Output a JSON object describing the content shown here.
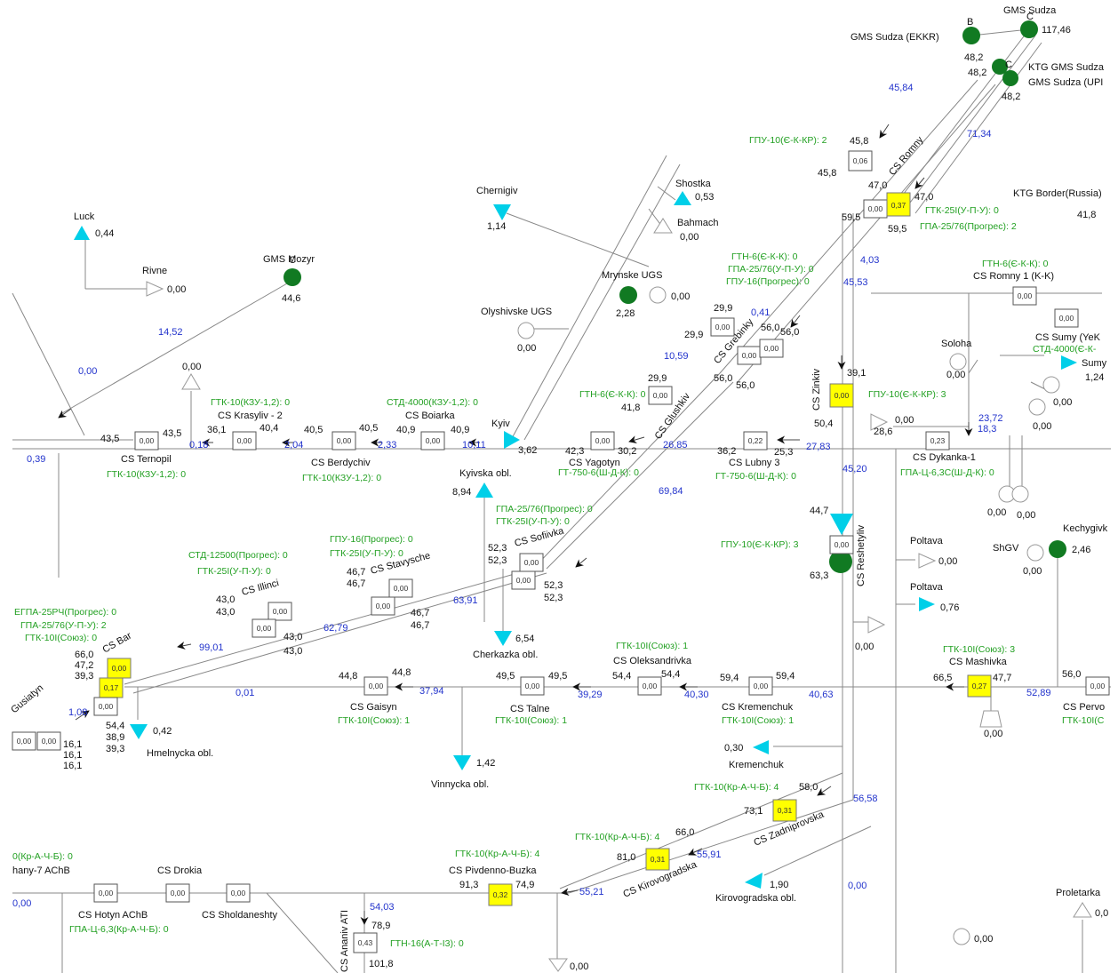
{
  "stations": [
    {
      "id": "ternopil",
      "name": "CS Ternopil",
      "box": "0,00",
      "in": "43,5",
      "out": "43,5",
      "mode": "ГТК-10(КЗУ-1,2): 0"
    },
    {
      "id": "krasyliv",
      "name": "CS Krasyliv - 2",
      "box": "0,00",
      "in": "36,1",
      "out": "40,4",
      "mode": "ГТК-10(КЗУ-1,2): 0"
    },
    {
      "id": "berdychiv",
      "name": "CS Berdychiv",
      "box": "0,00",
      "in": "40,5",
      "out": "40,5",
      "mode": "ГТК-10(КЗУ-1,2): 0"
    },
    {
      "id": "boiarka",
      "name": "CS Boiarka",
      "box": "0,00",
      "in": "40,9",
      "out": "40,9",
      "mode": "СТД-4000(КЗУ-1,2): 0"
    },
    {
      "id": "yagotyn",
      "name": "CS Yagotyn",
      "box": "0,00",
      "in": "42,3",
      "out": "30,2",
      "mode": "ГТ-750-6(Ш-Д-К): 0"
    },
    {
      "id": "lubny",
      "name": "CS Lubny 3",
      "box": "0,22",
      "in": "36,2",
      "out": "25,3",
      "mode": "ГТ-750-6(Ш-Д-К): 0"
    },
    {
      "id": "dykanka",
      "name": "CS Dykanka-1",
      "box": "0,23",
      "mode": "ГПА-Ц-6,3С(Ш-Д-К): 0"
    },
    {
      "id": "romny1",
      "name": "CS Romny 1 (K-K)",
      "box": "0,00",
      "mode": "ГТН-6(Є-К-К): 0"
    },
    {
      "id": "sumy",
      "name": "CS Sumy (YeK",
      "mode": "СТД-4000(Є-К-"
    },
    {
      "id": "zinkiv",
      "name": "CS Zinkiv",
      "box": "0,00",
      "in": "39,1",
      "out": "50,4",
      "mode": "ГПУ-10(Є-К-КР): 3"
    },
    {
      "id": "reshetyliv",
      "name": "CS Reshetyliv",
      "box": "0,00",
      "in": "44,7",
      "out": "63,3",
      "mode": "ГПУ-10(Є-К-КР): 3"
    },
    {
      "id": "sofiivka",
      "name": "CS Sofiivka",
      "box": "0,00",
      "box2": "0,00",
      "in": "52,3",
      "in2": "52,3",
      "out": "52,3",
      "out2": "52,3"
    },
    {
      "id": "stavysche",
      "name": "CS Stavysche",
      "box": "0,00",
      "box2": "0,00",
      "in": "46,7",
      "in2": "46,7",
      "out": "46,7",
      "out2": "46,7"
    },
    {
      "id": "illinci",
      "name": "CS Illinci",
      "box": "0,00",
      "box2": "0,00",
      "in": "43,0",
      "in2": "43,0",
      "out": "43,0",
      "out2": "43,0"
    },
    {
      "id": "bar",
      "name": "CS Bar",
      "box": "0,00",
      "box2": "0,17",
      "box3": "0,00"
    },
    {
      "id": "gaisyn",
      "name": "CS Gaisyn",
      "box": "0,00",
      "in": "44,8",
      "out": "44,8",
      "mode": "ГТК-10І(Союз): 1"
    },
    {
      "id": "talne",
      "name": "CS Talne",
      "box": "0,00",
      "in": "49,5",
      "out": "49,5",
      "mode": "ГТК-10І(Союз): 1"
    },
    {
      "id": "oleksandrivka",
      "name": "CS Oleksandrivka",
      "box": "0,00",
      "in": "54,4",
      "out": "54,4",
      "mode": "ГТК-10І(Союз): 1"
    },
    {
      "id": "kremenchuk",
      "name": "CS Kremenchuk",
      "box": "0,00",
      "in": "59,4",
      "out": "59,4",
      "mode": "ГТК-10І(Союз): 1"
    },
    {
      "id": "mashivka",
      "name": "CS Mashivka",
      "box": "0,27",
      "in": "66,5",
      "out": "47,7",
      "mode": "ГТК-10І(Союз): 3"
    },
    {
      "id": "pervo",
      "name": "CS Pervo",
      "box": "0,00",
      "in": "56,0",
      "mode": "ГТК-10І(С"
    },
    {
      "id": "zadniprovska",
      "name": "CS Zadniprovska",
      "box": "0,31",
      "in": "73,1",
      "out": "58,0",
      "mode": "ГТК-10(Кр-А-Ч-Б): 4"
    },
    {
      "id": "kirovogradska",
      "name": "CS Kirovogradska",
      "box": "0,31",
      "in": "81,0",
      "out": "66,0",
      "mode": "ГТК-10(Кр-А-Ч-Б): 4"
    },
    {
      "id": "pivdenno",
      "name": "CS Pivdenno-Buzka",
      "box": "0,32",
      "in": "91,3",
      "out": "74,9",
      "mode": "ГТК-10(Кр-А-Ч-Б): 4"
    },
    {
      "id": "drokia",
      "name": "CS Drokia",
      "box": "0,00"
    },
    {
      "id": "hotyn",
      "name": "CS Hotyn AChB",
      "box": "0,00",
      "mode": "ГПА-Ц-6,3(Кр-А-Ч-Б): 0"
    },
    {
      "id": "sholdaneshty",
      "name": "CS Sholdaneshty",
      "box": "0,00"
    },
    {
      "id": "ananiv",
      "name": "CS Ananiv ATI",
      "box": "0,43",
      "in": "78,9",
      "out": "101,8",
      "mode": "ГТН-16(А-Т-І3): 0"
    },
    {
      "id": "romny",
      "name": "CS Romny",
      "box": "0,00",
      "box2": "0,37",
      "in": "47,0",
      "in2": "47,0",
      "out": "59,5",
      "out2": "59,5",
      "mode": "ГТК-25І(У-П-У): 0",
      "mode2": "ГПА-25/76(Прогрес): 2"
    },
    {
      "id": "grebinky",
      "name": "CS Grebinky",
      "box": "0,00",
      "box2": "0,00",
      "box3": "0,00",
      "in": "29,9",
      "in2": "29,9",
      "out": "56,0",
      "out2": "56,0",
      "out3": "56,0",
      "out4": "56,0"
    },
    {
      "id": "glushkiv",
      "name": "CS Glushkiv",
      "box": "0,00",
      "in": "29,9",
      "out": "41,8",
      "mode": "ГТН-6(Є-К-К): 0"
    },
    {
      "id": "kyiv",
      "name": "Kyiv",
      "value": "3,62"
    }
  ],
  "sites": [
    {
      "name": "GMS Sudza (EKKR)",
      "letter": "B",
      "p": "48,2"
    },
    {
      "name": "GMS Sudza",
      "letter": "C",
      "p": "117,46"
    },
    {
      "name": "KTG GMS Sudza",
      "letter": "C",
      "p": "48,2"
    },
    {
      "name": "GMS Sudza (UPI",
      "p": "48,2"
    },
    {
      "name": "GMS Mozyr",
      "letter": "C",
      "p": "44,6"
    },
    {
      "name": "KTG Border(Russia)",
      "p": "41,8"
    },
    {
      "name": "Mrynske UGS",
      "p": "2,28",
      "p2": "0,00"
    },
    {
      "name": "Olyshivske UGS",
      "p": "0,00"
    },
    {
      "name": "Soloha",
      "p": "0,00"
    },
    {
      "name": "ShGV",
      "p": "0,00"
    },
    {
      "name": "Kechygivk",
      "p": "2,46"
    }
  ],
  "offtakes": [
    {
      "name": "Luck",
      "value": "0,44"
    },
    {
      "name": "Rivne",
      "value": "0,00"
    },
    {
      "name": "Chernigiv",
      "value": "1,14"
    },
    {
      "name": "Shostka",
      "value": "0,53"
    },
    {
      "name": "Bahmach",
      "value": "0,00"
    },
    {
      "name": "Kyivska obl.",
      "value": "8,94"
    },
    {
      "name": "Cherkazka obl.",
      "value": "6,54"
    },
    {
      "name": "Hmelnycka obl.",
      "value": "0,42"
    },
    {
      "name": "Vinnycka obl.",
      "value": "1,42"
    },
    {
      "name": "Poltava",
      "value": "0,00"
    },
    {
      "name": "Poltava",
      "value": "0,76"
    },
    {
      "name": "Kremenchuk",
      "value": "0,30"
    },
    {
      "name": "Kirovogradska obl.",
      "value": "1,90"
    },
    {
      "name": "Proletarka",
      "value": "0,0"
    },
    {
      "name": "Sumy",
      "value": "1,24"
    }
  ],
  "flows": [
    "45,84",
    "71,34",
    "4,03",
    "45,53",
    "0,41",
    "10,59",
    "26,85",
    "27,83",
    "23,72",
    "18,3",
    "14,52",
    "0,00",
    "0,39",
    "0,18",
    "2,04",
    "2,33",
    "10,11",
    "69,84",
    "45,20",
    "63,91",
    "62,79",
    "99,01",
    "37,94",
    "39,29",
    "40,30",
    "40,63",
    "52,89",
    "0,01",
    "1,08",
    "56,58",
    "55,91",
    "55,21",
    "54,03",
    "0,00",
    "0,00"
  ],
  "misc_values": [
    "0,00",
    "0,00",
    "0,00",
    "0,00",
    "0,00",
    "0,00",
    "0,00",
    "28,6",
    "45,8",
    "45,8",
    "0,06",
    "66,0",
    "47,2",
    "39,3",
    "54,4",
    "38,9",
    "39,3",
    "16,1",
    "16,1",
    "16,1",
    "0,00",
    "0,00"
  ],
  "modes_extra": [
    "ГПУ-10(Є-К-КР): 2",
    "ГТН-6(Є-К-К): 0",
    "ГПА-25/76(У-П-У): 0",
    "ГПУ-16(Прогрес): 0",
    "ГПУ-10(Є-К-КР): 3",
    "ГПА-25/76(Прогрес): 0",
    "ГТК-25І(У-П-У): 0",
    "ГПУ-16(Прогрес): 0",
    "ГТК-25І(У-П-У): 0",
    "СТД-12500(Прогрес): 0",
    "ГТК-25І(У-П-У): 0",
    "ЕГПА-25РЧ(Прогрес): 0",
    "ГПА-25/76(У-П-У): 2",
    "ГТК-10І(Союз): 0",
    "0(Кр-А-Ч-Б): 0",
    "hany-7 AChB",
    "Gusiatyn"
  ],
  "colors": {
    "flow": "#2233cc",
    "mode": "#22a022",
    "gms": "#117a22",
    "offtake": "#00cfe8",
    "highlight": "#ffff00"
  }
}
